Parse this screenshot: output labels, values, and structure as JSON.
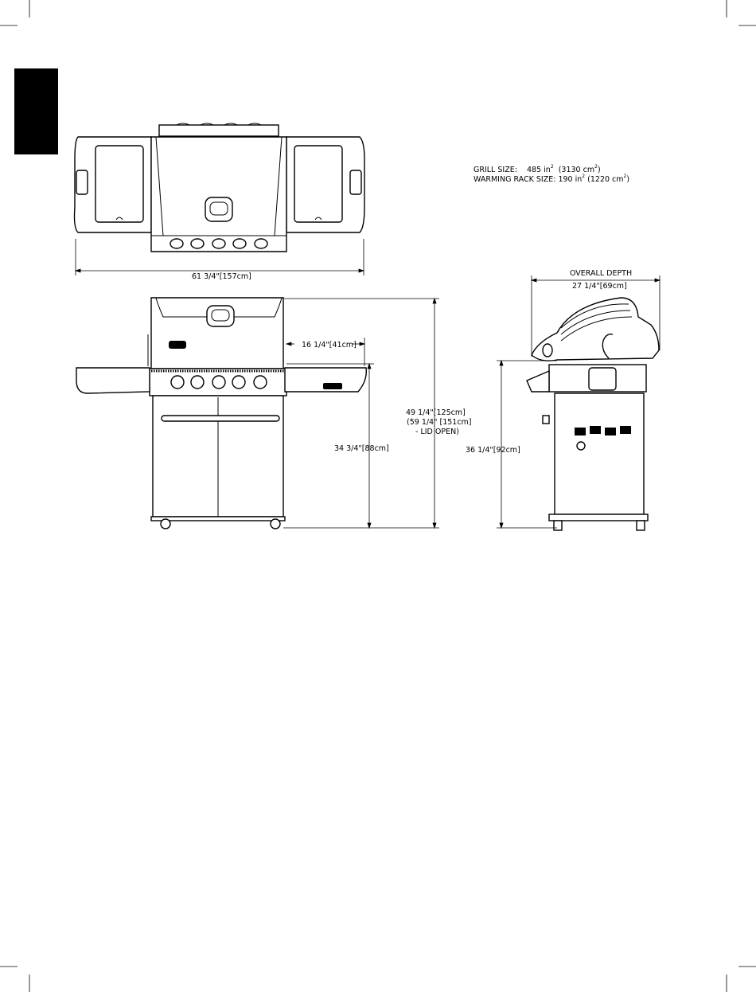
{
  "specs": {
    "grill_size": {
      "label": "GRILL SIZE:",
      "value": "485 in",
      "sup": "2",
      "metric": "(3130 cm",
      "metric_sup": "2",
      "metric_close": ")"
    },
    "warming_rack": {
      "label": "WARMING RACK SIZE:",
      "value": "190 in",
      "sup": "2",
      "metric": "(1220 cm",
      "metric_sup": "2",
      "metric_close": ")"
    }
  },
  "dimensions": {
    "overall_width": {
      "imperial": "61 3/4\"",
      "metric": "157cm"
    },
    "shelf_width": {
      "imperial": "16 1/4\"",
      "metric": "41cm"
    },
    "overall_height": {
      "imperial": "49 1/4\"",
      "metric": "125cm",
      "lid_open_line1": "(59 1/4\" [151cm]",
      "lid_open_line2": "- LID OPEN)"
    },
    "cook_height": {
      "imperial": "34 3/4\"",
      "metric": "88cm"
    },
    "overall_depth": {
      "label": "OVERALL DEPTH",
      "imperial": "27 1/4\"",
      "metric": "69cm"
    },
    "side_height": {
      "imperial": "36 1/4\"",
      "metric": "92cm"
    }
  }
}
